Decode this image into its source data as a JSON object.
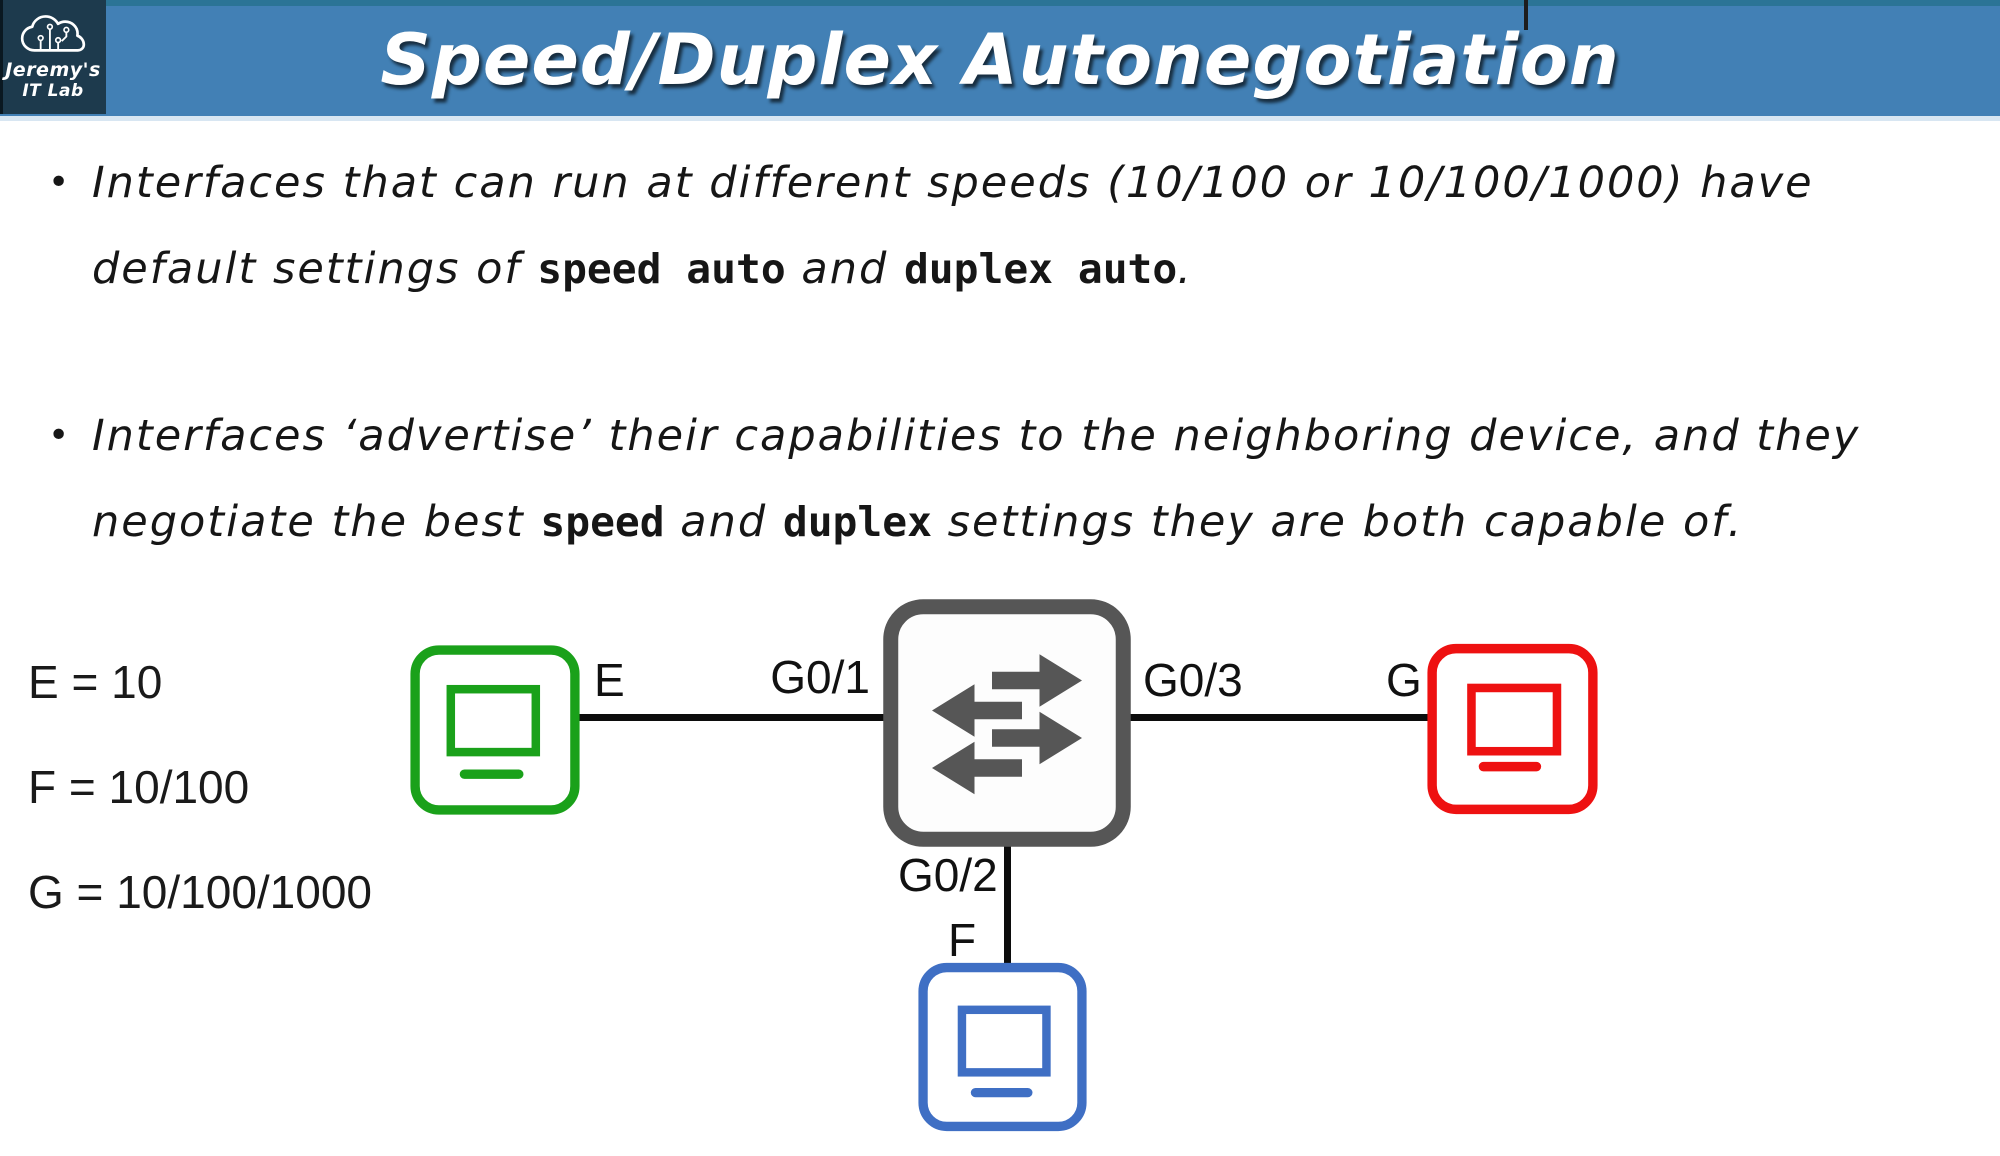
{
  "logo": {
    "line1": "Jeremy's",
    "line2": "IT Lab",
    "icon": "cloud-network-icon"
  },
  "header": {
    "title": "Speed/Duplex Autonegotiation"
  },
  "bullets_meta": {
    "marker": "•"
  },
  "bullets": [
    {
      "lines": [
        {
          "segments": [
            {
              "style": "script",
              "text": "Interfaces that can run at different speeds (10/100 or 10/100/1000) have"
            }
          ]
        },
        {
          "segments": [
            {
              "style": "script",
              "text": "default settings of "
            },
            {
              "style": "code",
              "text": "speed auto"
            },
            {
              "style": "script",
              "text": " and "
            },
            {
              "style": "code",
              "text": "duplex auto"
            },
            {
              "style": "script",
              "text": "."
            }
          ]
        }
      ]
    },
    {
      "lines": [
        {
          "segments": [
            {
              "style": "script",
              "text": "Interfaces ‘advertise’ their capabilities to the neighboring device, and they"
            }
          ]
        },
        {
          "segments": [
            {
              "style": "script",
              "text": "negotiate the best "
            },
            {
              "style": "code",
              "text": "speed"
            },
            {
              "style": "script",
              "text": " and "
            },
            {
              "style": "code",
              "text": "duplex"
            },
            {
              "style": "script",
              "text": " settings they are both capable of."
            }
          ]
        }
      ]
    }
  ],
  "legend": {
    "items": [
      "E = 10",
      "F = 10/100",
      "G = 10/100/1000"
    ]
  },
  "diagram": {
    "devices": [
      {
        "name": "pc-left",
        "type": "pc",
        "color": "#1aa11a"
      },
      {
        "name": "switch",
        "type": "switch",
        "color": "#565656"
      },
      {
        "name": "pc-right",
        "type": "pc",
        "color": "#ee1111"
      },
      {
        "name": "pc-bottom",
        "type": "pc",
        "color": "#3f6fc4"
      }
    ],
    "port_labels": {
      "e": "E",
      "g01": "G0/1",
      "g03": "G0/3",
      "g": "G",
      "g02": "G0/2",
      "f": "F"
    }
  },
  "colors": {
    "header_bg": "#4280b5",
    "header_strip": "#2b7496",
    "logo_bg": "#1d3a4d",
    "pc_green": "#1aa11a",
    "pc_red": "#ee1111",
    "pc_blue": "#3f6fc4",
    "switch_gray": "#565656",
    "link_black": "#0c0c0c",
    "text_black": "#161616"
  }
}
